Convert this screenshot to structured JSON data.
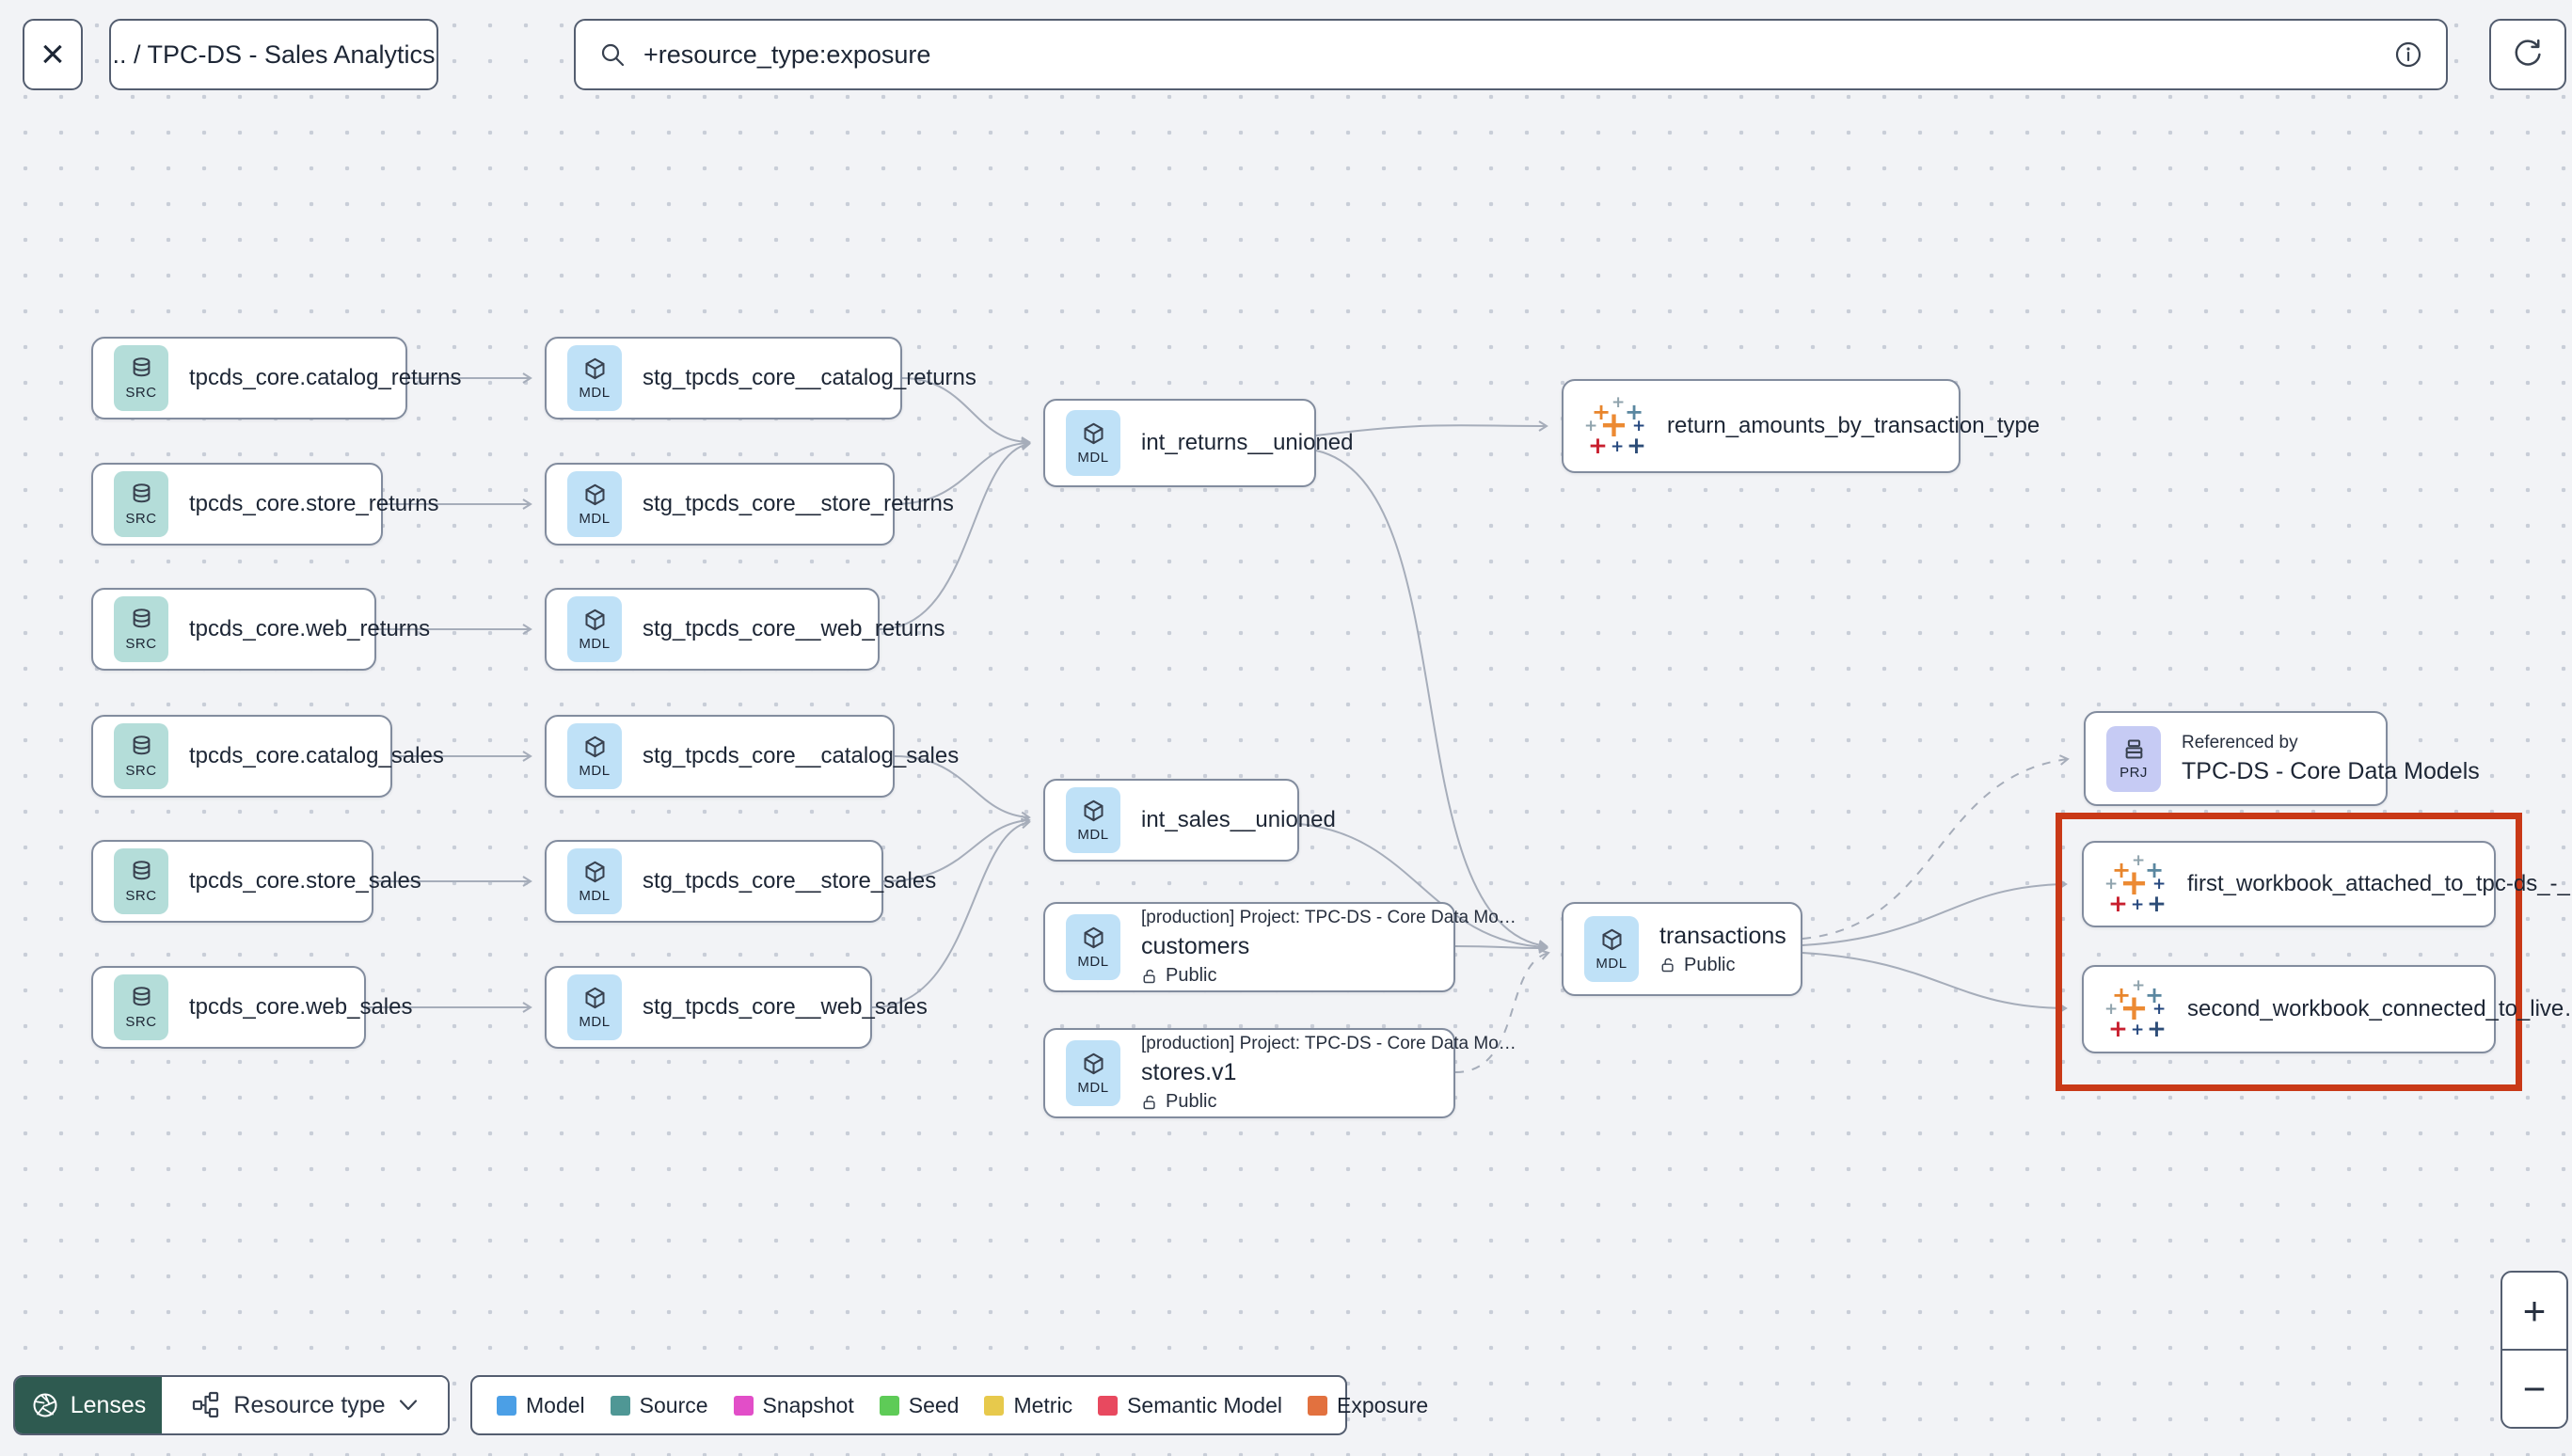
{
  "topbar": {
    "close": "×",
    "breadcrumb": ".. / TPC-DS - Sales Analytics",
    "search_value": "+resource_type:exposure"
  },
  "badges": {
    "src": "SRC",
    "mdl": "MDL",
    "prj": "PRJ"
  },
  "common": {
    "public": "Public",
    "project_prefix": "[production] Project: TPC-DS - Core Data Mo…",
    "referenced_by": "Referenced by"
  },
  "nodes": {
    "src_catalog_returns": "tpcds_core.catalog_returns",
    "src_store_returns": "tpcds_core.store_returns",
    "src_web_returns": "tpcds_core.web_returns",
    "src_catalog_sales": "tpcds_core.catalog_sales",
    "src_store_sales": "tpcds_core.store_sales",
    "src_web_sales": "tpcds_core.web_sales",
    "stg_catalog_returns": "stg_tpcds_core__catalog_returns",
    "stg_store_returns": "stg_tpcds_core__store_returns",
    "stg_web_returns": "stg_tpcds_core__web_returns",
    "stg_catalog_sales": "stg_tpcds_core__catalog_sales",
    "stg_store_sales": "stg_tpcds_core__store_sales",
    "stg_web_sales": "stg_tpcds_core__web_sales",
    "int_returns": "int_returns__unioned",
    "int_sales": "int_sales__unioned",
    "exposure_returns": "return_amounts_by_transaction_type",
    "customers": "customers",
    "stores": "stores.v1",
    "transactions": "transactions",
    "referenced_project": "TPC-DS - Core Data Models",
    "workbook_first": "first_workbook_attached_to_tpc-ds_-_…",
    "workbook_second": "second_workbook_connected_to_live…"
  },
  "legend": {
    "items": [
      {
        "label": "Model",
        "color": "#4b9fe6"
      },
      {
        "label": "Source",
        "color": "#4f9795"
      },
      {
        "label": "Snapshot",
        "color": "#e24ec8"
      },
      {
        "label": "Seed",
        "color": "#5ecb57"
      },
      {
        "label": "Metric",
        "color": "#e7c94c"
      },
      {
        "label": "Semantic Model",
        "color": "#e8495f"
      },
      {
        "label": "Exposure",
        "color": "#e2713f"
      }
    ]
  },
  "toolbar": {
    "lenses": "Lenses",
    "resource_type": "Resource type"
  },
  "zoom_controls": {
    "zoom_in": "+",
    "zoom_out": "−"
  },
  "highlight_color": "#c93917"
}
